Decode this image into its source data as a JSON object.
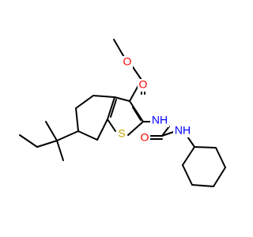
{
  "molecule": {
    "atom_labels": {
      "ester_o_left": "O",
      "ester_o_bottom": "O",
      "nh_upper": "NH",
      "nh_lower": "NH",
      "o_urea": "O",
      "s": "S"
    },
    "colors": {
      "bond": "#000000",
      "oxygen": "#ff0000",
      "nitrogen": "#0000ff",
      "sulfur": "#c8a400"
    }
  }
}
